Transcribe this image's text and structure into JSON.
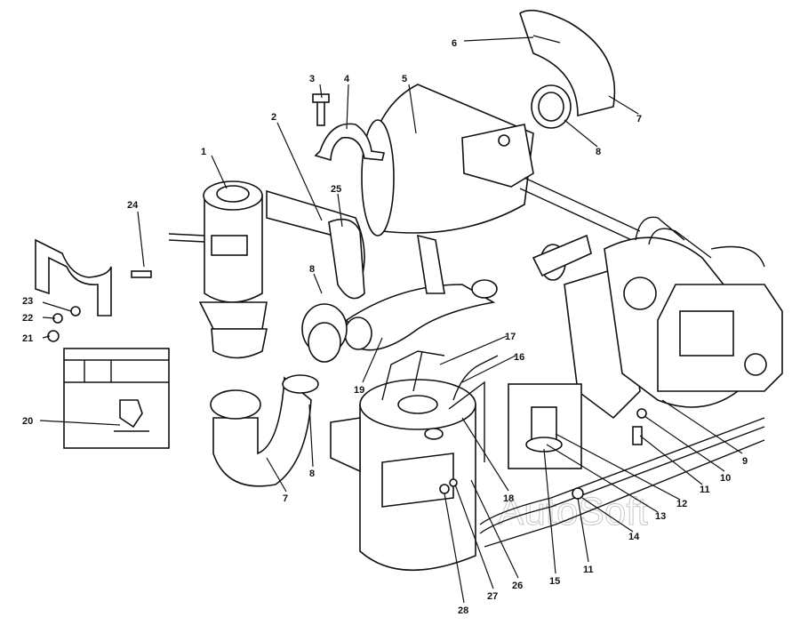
{
  "diagram": {
    "watermark": "AutoSoft",
    "callouts": [
      "1",
      "2",
      "3",
      "4",
      "5",
      "6",
      "7",
      "8",
      "24",
      "25",
      "8",
      "23",
      "22",
      "21",
      "20",
      "19",
      "17",
      "16",
      "9",
      "10",
      "11",
      "12",
      "13",
      "14",
      "11",
      "15",
      "26",
      "27",
      "28",
      "18",
      "7",
      "8"
    ]
  }
}
